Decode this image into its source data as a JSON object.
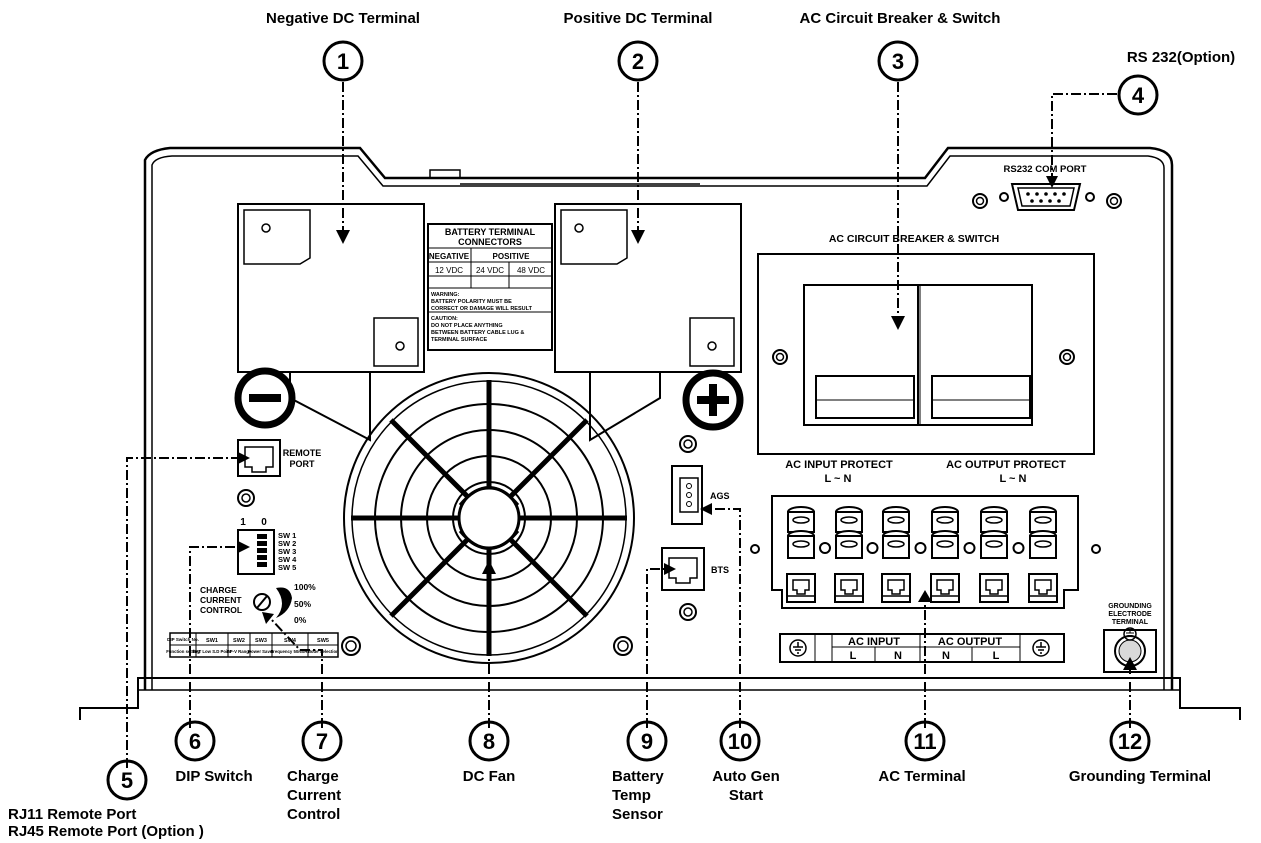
{
  "callouts": [
    {
      "num": "1",
      "title": "Negative DC Terminal"
    },
    {
      "num": "2",
      "title": "Positive DC Terminal"
    },
    {
      "num": "3",
      "title": "AC Circuit Breaker & Switch"
    },
    {
      "num": "4",
      "title": "RS 232(Option)"
    },
    {
      "num": "5",
      "title": "RJ11 Remote Port",
      "title2": "RJ45 Remote Port (Option )"
    },
    {
      "num": "6",
      "title": "DIP Switch"
    },
    {
      "num": "7",
      "title": "Charge",
      "title2": "Current",
      "title3": "Control"
    },
    {
      "num": "8",
      "title": "DC Fan"
    },
    {
      "num": "9",
      "title": "Battery",
      "title2": "Temp",
      "title3": "Sensor"
    },
    {
      "num": "10",
      "title": "Auto Gen",
      "title2": "Start"
    },
    {
      "num": "11",
      "title": "AC Terminal"
    },
    {
      "num": "12",
      "title": "Grounding Terminal"
    }
  ],
  "panel": {
    "rs232": "RS232 COM PORT",
    "ac_breaker": "AC CIRCUIT BREAKER & SWITCH",
    "remote_port": [
      "REMOTE",
      "PORT"
    ],
    "ags": "AGS",
    "bts": "BTS",
    "ac_input_protect": "AC INPUT PROTECT",
    "ac_output_protect": "AC OUTPUT PROTECT",
    "l_n_left": "L  ~  N",
    "l_n_right": "L  ~  N",
    "grounding": [
      "GROUNDING",
      "ELECTRODE",
      "TERMINAL"
    ],
    "dip_header": [
      "1",
      "0"
    ],
    "dip_labels": [
      "SW 1",
      "SW 2",
      "SW 3",
      "SW 4",
      "SW 5"
    ],
    "charge": [
      "CHARGE",
      "CURRENT",
      "CONTROL"
    ],
    "charge_levels": [
      "100%",
      "50%",
      "0%"
    ],
    "ac_terminal": {
      "ac_input": "AC INPUT",
      "ac_output": "AC OUTPUT",
      "l1": "L",
      "n1": "N",
      "n2": "N",
      "l2": "L"
    }
  },
  "battery_label": {
    "title": [
      "BATTERY TERMINAL",
      "CONNECTORS"
    ],
    "cols": [
      "NEGATIVE",
      "POSITIVE"
    ],
    "volts": [
      "12 VDC",
      "24 VDC",
      "48 VDC"
    ],
    "warning": [
      "WARNING:",
      "BATTERY POLARITY MUST BE",
      "CORRECT OR DAMAGE WILL RESULT"
    ],
    "caution": [
      "CAUTION:",
      "DO NOT PLACE ANYTHING",
      "BETWEEN BATTERY CABLE LUG &",
      "TERMINAL SURFACE"
    ]
  },
  "dip_table": {
    "row1": [
      "DIP Switch No.",
      "SW1",
      "SW2",
      "SW3",
      "SW4",
      "SW5"
    ],
    "row2": [
      "Function setting",
      "BAT Low S.D Point",
      "BP-V Range",
      "Power Saver",
      "Frequency 50/60Hz",
      "Mode Selection"
    ]
  }
}
